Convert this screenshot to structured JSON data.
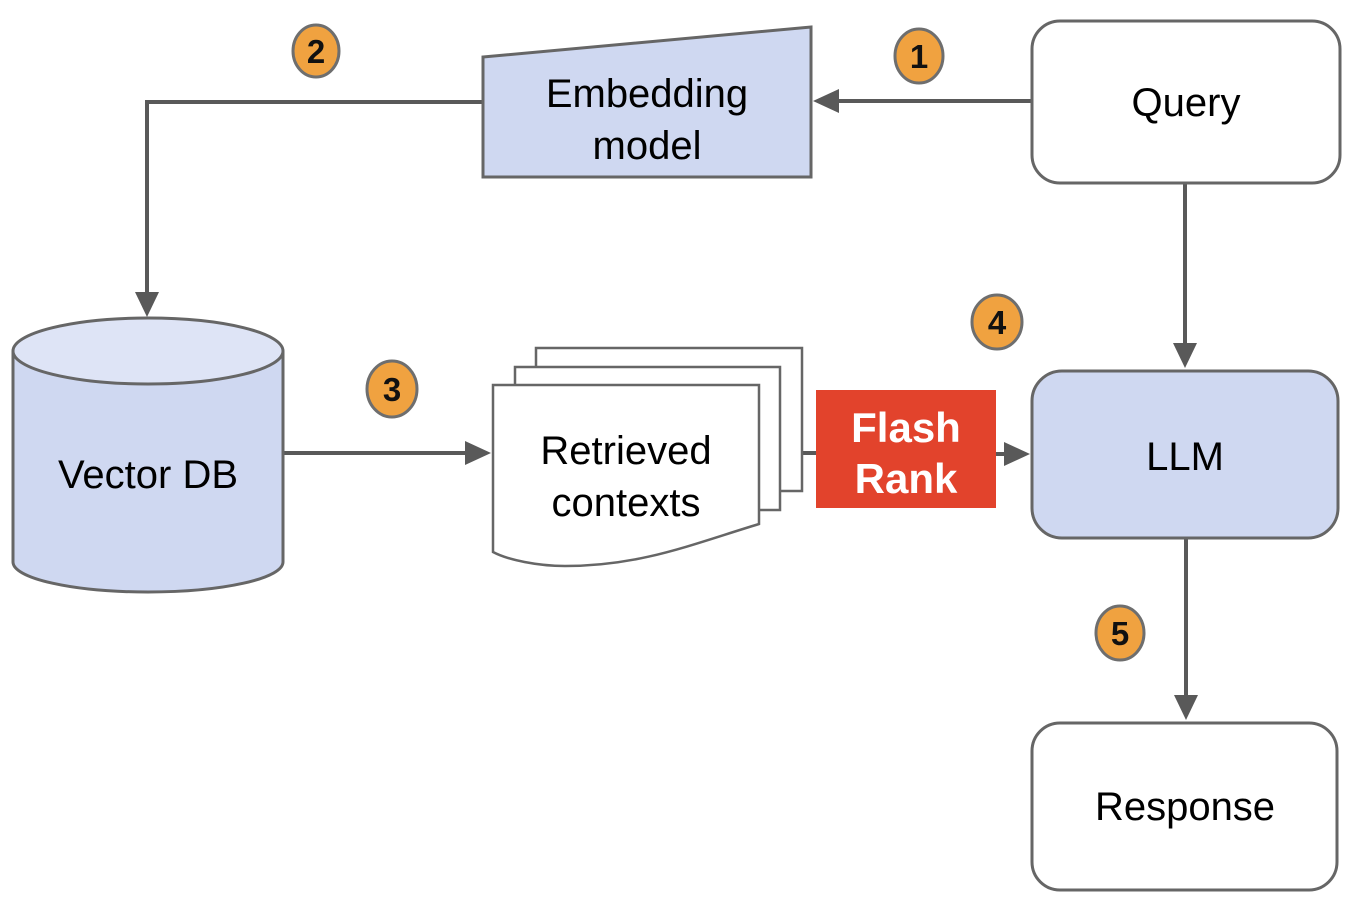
{
  "diagram": {
    "nodes": {
      "query": {
        "label": "Query"
      },
      "embedding_model": {
        "line1": "Embedding",
        "line2": "model"
      },
      "vector_db": {
        "label": "Vector DB"
      },
      "retrieved_contexts": {
        "line1": "Retrieved",
        "line2": "contexts"
      },
      "flash_rank": {
        "line1": "Flash",
        "line2": "Rank"
      },
      "llm": {
        "label": "LLM"
      },
      "response": {
        "label": "Response"
      }
    },
    "step_badges": [
      "1",
      "2",
      "3",
      "4",
      "5"
    ],
    "colors": {
      "node_blue": "#CFD8F1",
      "cylinder_top_blue": "#DEE4F6",
      "badge_orange": "#F0A240",
      "flashrank_red": "#E2432C",
      "flashrank_text": "#FFFFFF",
      "box_white": "#FFFFFF",
      "border_gray": "#666666",
      "arrow_gray": "#595959"
    }
  }
}
